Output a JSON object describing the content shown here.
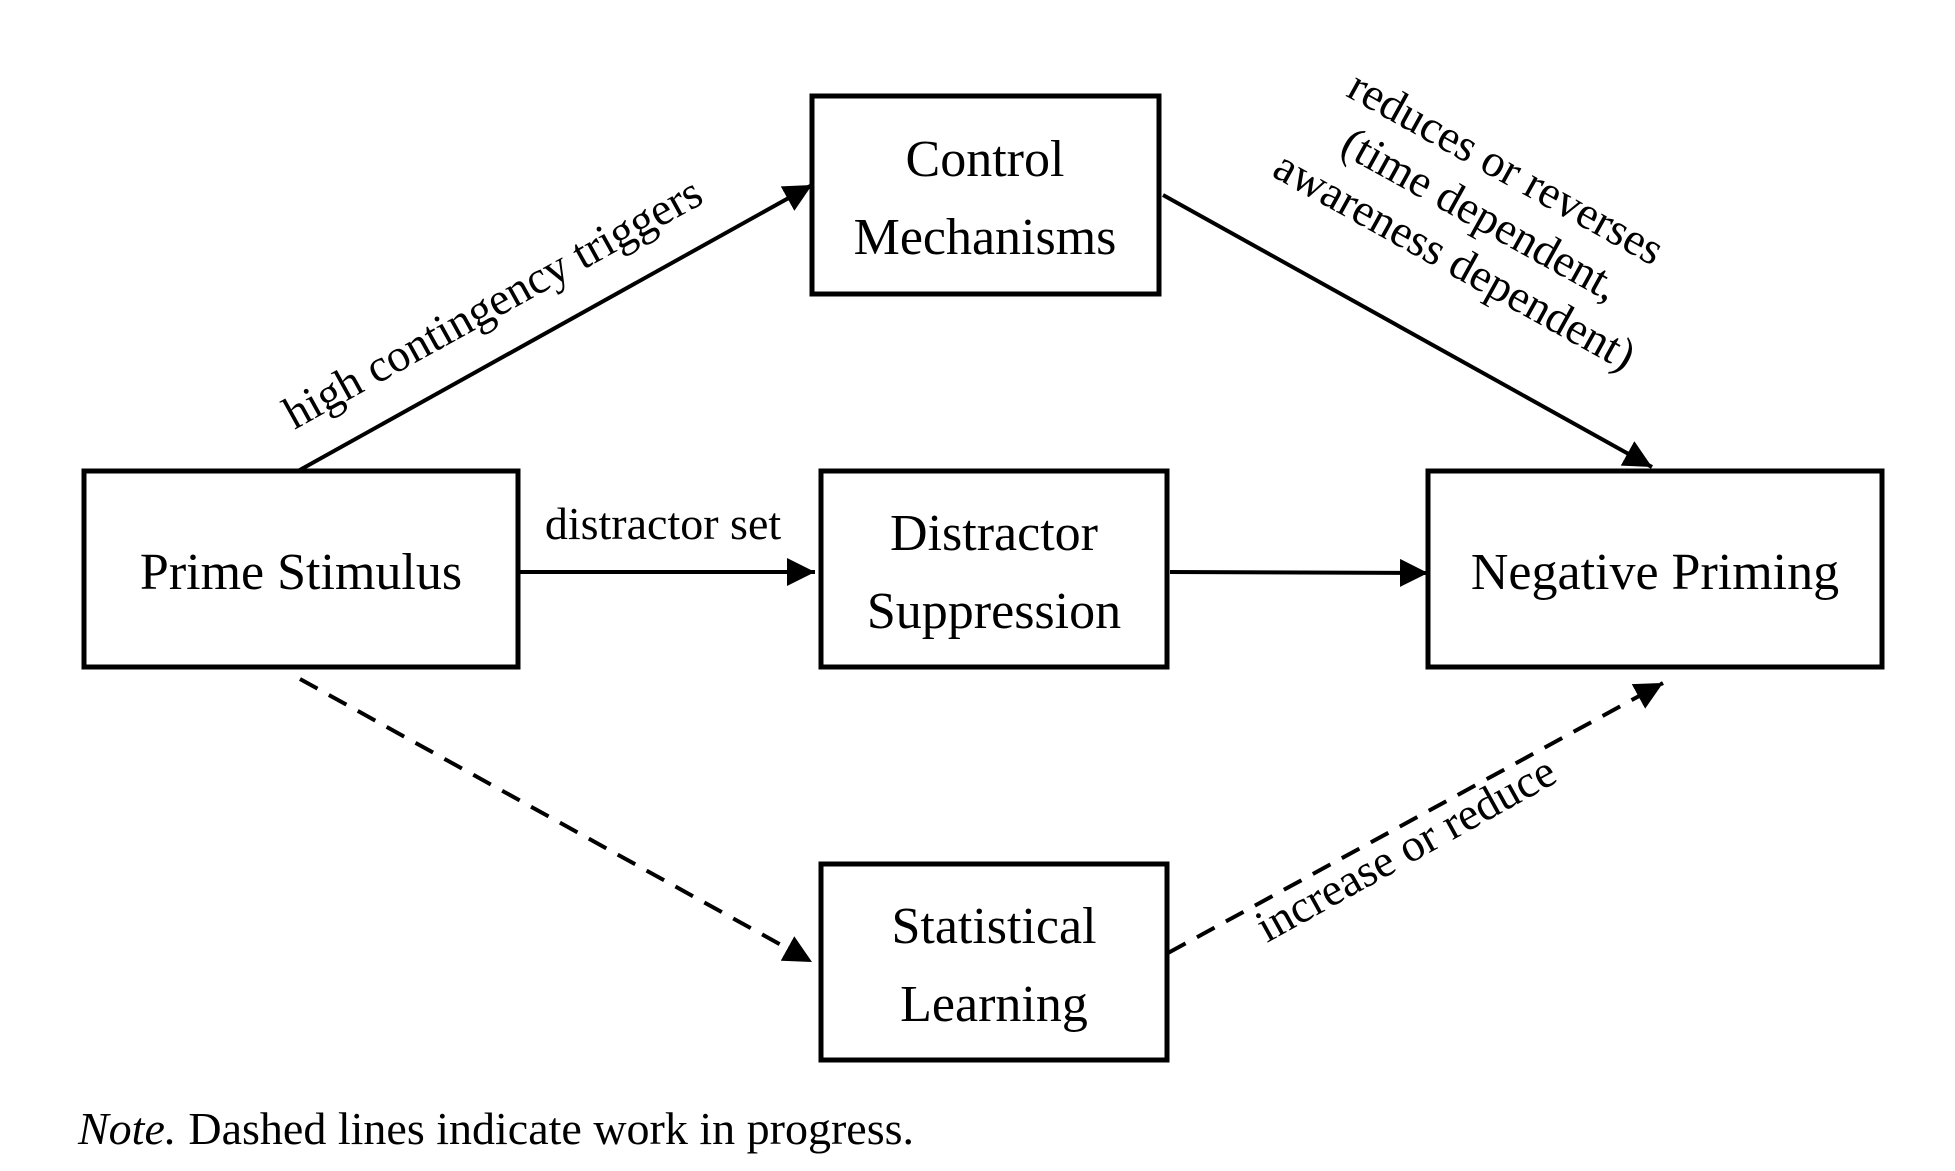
{
  "nodes": {
    "prime": {
      "lines": [
        "Prime Stimulus"
      ]
    },
    "control": {
      "lines": [
        "Control",
        "Mechanisms"
      ]
    },
    "distractor": {
      "lines": [
        "Distractor",
        "Suppression"
      ]
    },
    "negative": {
      "lines": [
        "Negative Priming"
      ]
    },
    "statistical": {
      "lines": [
        "Statistical",
        "Learning"
      ]
    }
  },
  "edges": {
    "prime_control": {
      "from": "Prime Stimulus",
      "to": "Control Mechanisms",
      "style": "solid",
      "label": "high contingency triggers"
    },
    "control_negative": {
      "from": "Control Mechanisms",
      "to": "Negative Priming",
      "style": "solid",
      "label_lines": [
        "reduces or reverses",
        "(time dependent,",
        "awareness dependent)"
      ]
    },
    "prime_distractor": {
      "from": "Prime Stimulus",
      "to": "Distractor Suppression",
      "style": "solid",
      "label": "distractor set"
    },
    "distractor_negative": {
      "from": "Distractor Suppression",
      "to": "Negative Priming",
      "style": "solid",
      "label": ""
    },
    "prime_statistical": {
      "from": "Prime Stimulus",
      "to": "Statistical Learning",
      "style": "dashed",
      "label": ""
    },
    "statistical_negative": {
      "from": "Statistical Learning",
      "to": "Negative Priming",
      "style": "dashed",
      "label": "increase or reduce"
    }
  },
  "note": {
    "label": "Note.",
    "text": "Dashed lines indicate work in progress."
  }
}
